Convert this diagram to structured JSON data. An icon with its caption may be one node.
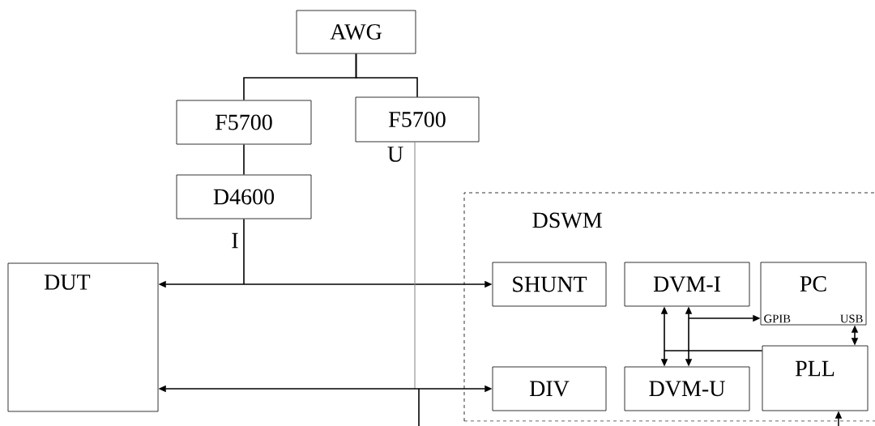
{
  "diagram": {
    "nodes": [
      {
        "text": [
          "AWG"
        ]
      },
      {
        "text": [
          "F5700"
        ]
      },
      {
        "text": [
          "F5700"
        ],
        "beside": [
          "U"
        ]
      },
      {
        "text": [
          "D4600"
        ],
        "beside": [
          "I"
        ]
      },
      {
        "text": [
          "DUT"
        ]
      },
      {
        "text": [
          "DSWM"
        ]
      },
      {
        "text": [
          "SHUNT"
        ],
        "in": 5
      },
      {
        "text": [
          "DVM-I"
        ],
        "in": 5
      },
      {
        "text": [
          "PC",
          "GPIB",
          "USB"
        ],
        "in": 5
      },
      {
        "text": [
          "DIV"
        ],
        "in": 5
      },
      {
        "text": [
          "DVM-U"
        ],
        "in": 5
      },
      {
        "text": [
          "PLL"
        ],
        "in": 5
      }
    ],
    "edges": [
      {
        "from": 0,
        "to": 1,
        "arrow": "none"
      },
      {
        "from": 0,
        "to": 2,
        "arrow": "none"
      },
      {
        "from": 1,
        "to": 3,
        "arrow": "none"
      },
      {
        "from": 3,
        "to": null,
        "arrow": "none"
      },
      {
        "from": 4,
        "to": 6,
        "arrow": "both"
      },
      {
        "from": 2,
        "to": null,
        "arrow": "none",
        "color": "#888888"
      },
      {
        "from": 4,
        "to": 9,
        "arrow": "both"
      },
      {
        "from": null,
        "to": 11,
        "arrow": "to"
      },
      {
        "from": 7,
        "to": 10,
        "arrow": "both"
      },
      {
        "from": 11,
        "to": null,
        "arrow": "none"
      },
      {
        "from": 7,
        "to": 10,
        "arrow": "both"
      },
      {
        "from": null,
        "to": 8,
        "arrow": "to"
      },
      {
        "from": 8,
        "to": 11,
        "arrow": "both"
      }
    ]
  }
}
